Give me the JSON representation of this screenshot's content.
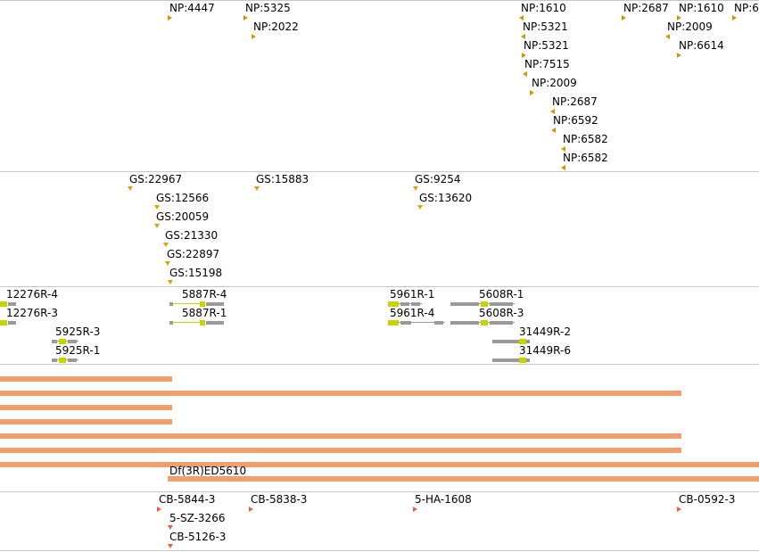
{
  "np_track": {
    "features": [
      {
        "label": "NP:4447",
        "dir": "right"
      },
      {
        "label": "NP:5325",
        "dir": "right"
      },
      {
        "label": "NP:2022",
        "dir": "right"
      },
      {
        "label": "NP:1610",
        "dir": "left"
      },
      {
        "label": "NP:5321",
        "dir": "left"
      },
      {
        "label": "NP:5321",
        "dir": "right"
      },
      {
        "label": "NP:7515",
        "dir": "left"
      },
      {
        "label": "NP:2009",
        "dir": "right"
      },
      {
        "label": "NP:2687",
        "dir": "left"
      },
      {
        "label": "NP:6592",
        "dir": "left"
      },
      {
        "label": "NP:6582",
        "dir": "left"
      },
      {
        "label": "NP:6582",
        "dir": "left"
      },
      {
        "label": "NP:2687",
        "dir": "right"
      },
      {
        "label": "NP:1610",
        "dir": "right"
      },
      {
        "label": "NP:2009",
        "dir": "left"
      },
      {
        "label": "NP:6614",
        "dir": "right"
      },
      {
        "label": "NP:6",
        "dir": "right"
      }
    ]
  },
  "gs_track": {
    "features": [
      {
        "label": "GS:22967"
      },
      {
        "label": "GS:12566"
      },
      {
        "label": "GS:20059"
      },
      {
        "label": "GS:21330"
      },
      {
        "label": "GS:22897"
      },
      {
        "label": "GS:15198"
      },
      {
        "label": "GS:15883"
      },
      {
        "label": "GS:9254"
      },
      {
        "label": "GS:13620"
      }
    ]
  },
  "transcript_track": {
    "features": [
      {
        "label": "12276R-4"
      },
      {
        "label": "12276R-3"
      },
      {
        "label": "5925R-3"
      },
      {
        "label": "5925R-1"
      },
      {
        "label": "5887R-4"
      },
      {
        "label": "5887R-1"
      },
      {
        "label": "5961R-1"
      },
      {
        "label": "5961R-4"
      },
      {
        "label": "5608R-1"
      },
      {
        "label": "5608R-3"
      },
      {
        "label": "31449R-2"
      },
      {
        "label": "31449R-6"
      }
    ]
  },
  "deficiency_track": {
    "bar_color": "#f0a070",
    "labeled_bar": "Df(3R)ED5610"
  },
  "cb_track": {
    "features": [
      {
        "label": "CB-5844-3"
      },
      {
        "label": "5-SZ-3266"
      },
      {
        "label": "CB-5126-3"
      },
      {
        "label": "CB-5838-3"
      },
      {
        "label": "5-HA-1608"
      },
      {
        "label": "CB-0592-3"
      }
    ]
  },
  "colors": {
    "np_marker": "#cc9900",
    "gs_marker": "#d9a600",
    "cb_marker": "#f06040",
    "gene_gray": "#9a9a9a",
    "gene_yellow": "#c8d400",
    "separator": "#c8c8c8"
  }
}
